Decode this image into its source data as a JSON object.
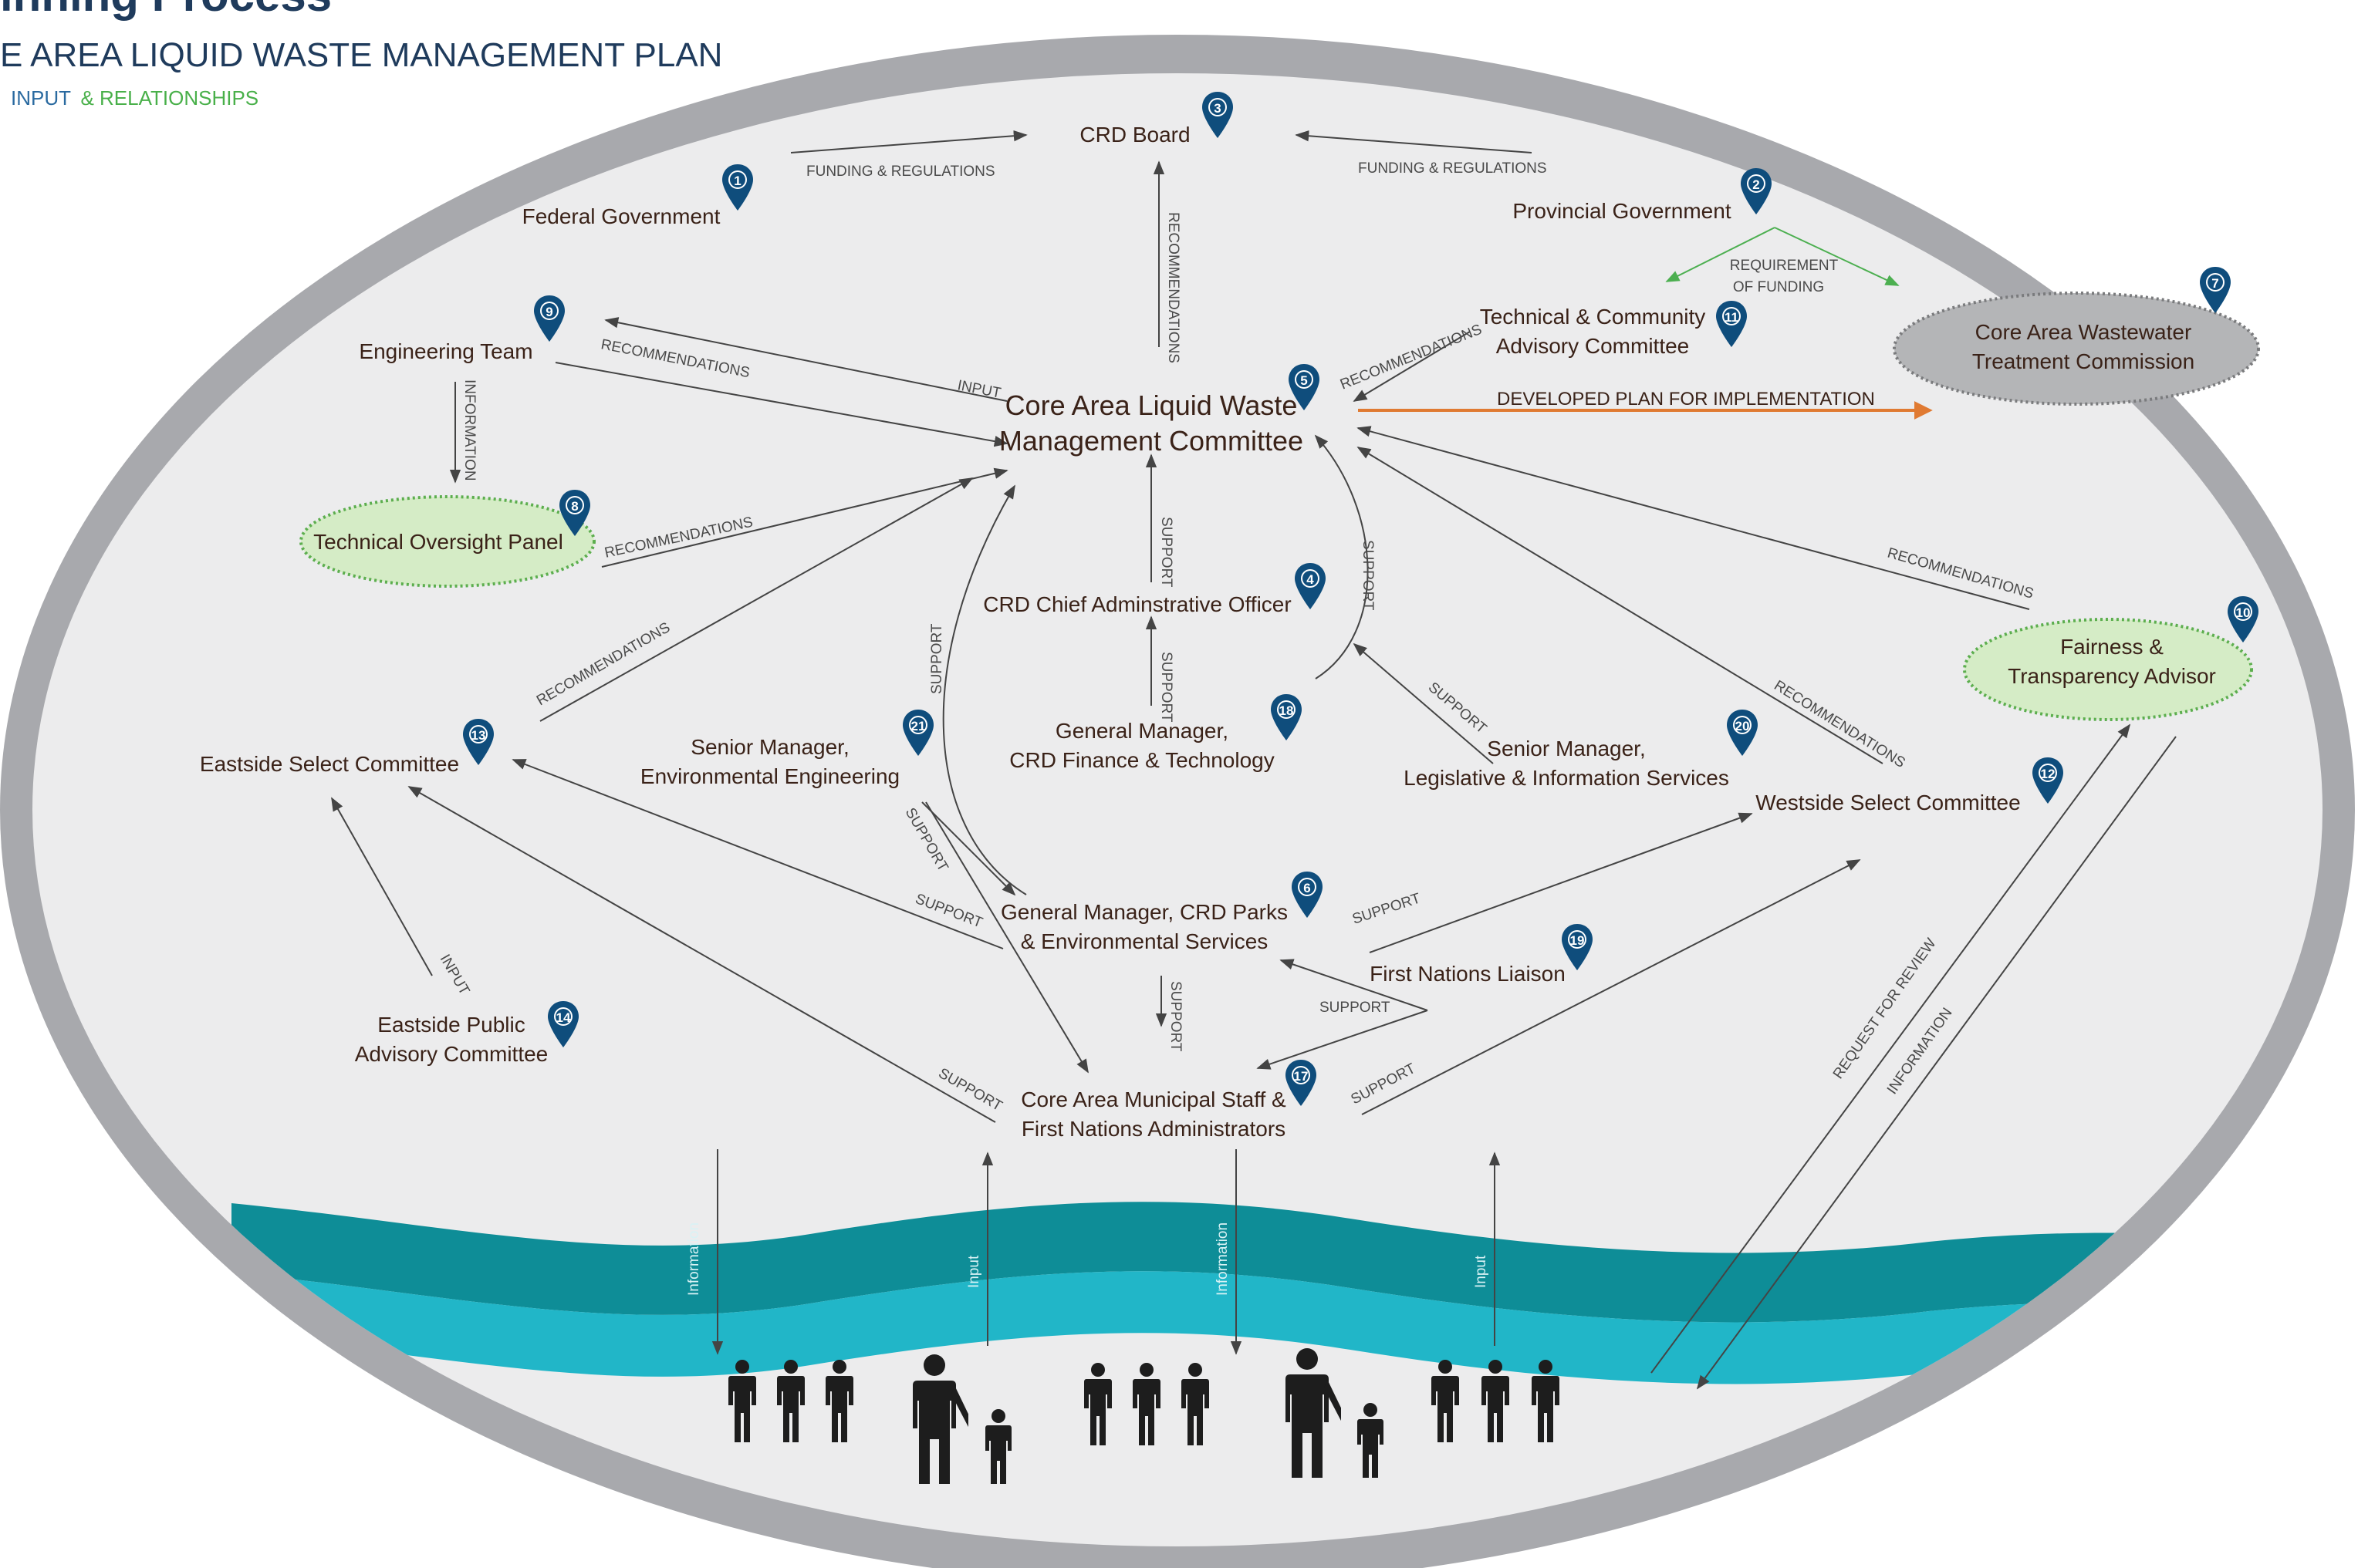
{
  "header": {
    "title": "inning Process",
    "subtitle": "E AREA LIQUID WASTE MANAGEMENT PLAN",
    "legend_input": "INPUT",
    "legend_rel": "& RELATIONSHIPS"
  },
  "colors": {
    "outer_ring": "#a8a9ad",
    "inner_fill": "#ececed",
    "pin": "#0f4d7c",
    "arrow": "#444444",
    "green_arrow": "#4caf50",
    "orange_arrow": "#e07a32",
    "green_node": "#d5ecc6",
    "grey_node": "#b4b5b7",
    "water_dark": "#0e8d97",
    "water_light": "#21b6c8",
    "people": "#1d1d1d"
  },
  "nodes": {
    "crd_board": {
      "label": "CRD Board",
      "pin": "3"
    },
    "federal": {
      "label": "Federal Government",
      "pin": "1"
    },
    "provincial": {
      "label": "Provincial Government",
      "pin": "2"
    },
    "engineering": {
      "label": "Engineering Team",
      "pin": "9"
    },
    "tcac": {
      "line1": "Technical & Community",
      "line2": "Advisory Committee",
      "pin": "11"
    },
    "cawtc": {
      "line1": "Core Area Wastewater",
      "line2": "Treatment Commission",
      "pin": "7"
    },
    "calwmc": {
      "line1": "Core Area Liquid Waste",
      "line2": "Management Committee",
      "pin": "5"
    },
    "top": {
      "label": "Technical Oversight Panel",
      "pin": "8"
    },
    "cao": {
      "label": "CRD Chief Adminstrative Officer",
      "pin": "4"
    },
    "fta": {
      "line1": "Fairness &",
      "line2": "Transparency Advisor",
      "pin": "10"
    },
    "eastside_sc": {
      "label": "Eastside Select Committee",
      "pin": "13"
    },
    "sm_env": {
      "line1": "Senior Manager,",
      "line2": "Environmental Engineering",
      "pin": "21"
    },
    "gm_fin": {
      "line1": "General Manager,",
      "line2": "CRD Finance & Technology",
      "pin": "18"
    },
    "sm_leg": {
      "line1": "Senior Manager,",
      "line2": "Legislative & Information Services",
      "pin": "20"
    },
    "westside_sc": {
      "label": "Westside Select Committee",
      "pin": "12"
    },
    "gm_parks": {
      "line1": "General Manager, CRD Parks",
      "line2": "& Environmental Services",
      "pin": "6"
    },
    "fn_liaison": {
      "label": "First Nations Liaison",
      "pin": "19"
    },
    "eastside_pac": {
      "line1": "Eastside Public",
      "line2": "Advisory Committee",
      "pin": "14"
    },
    "municipal": {
      "line1": "Core Area Municipal Staff &",
      "line2": "First Nations Administrators",
      "pin": "17"
    }
  },
  "edge_labels": {
    "funding_left": "FUNDING & REGULATIONS",
    "funding_right": "FUNDING & REGULATIONS",
    "recommendations_board": "RECOMMENDATIONS",
    "requirement_line1": "REQUIREMENT",
    "requirement_line2": "OF FUNDING",
    "recommendations_eng": "RECOMMENDATIONS",
    "input_eng": "INPUT",
    "information_eng": "INFORMATION",
    "recommendations_tcac": "RECOMMENDATIONS",
    "developed_plan": "DEVELOPED PLAN FOR IMPLEMENTATION",
    "recommendations_top": "RECOMMENDATIONS",
    "support_cao": "SUPPORT",
    "support_gm_fin": "SUPPORT",
    "support_curve_right": "SUPPORT",
    "support_curve_left": "SUPPORT",
    "recommendations_fta": "RECOMMENDATIONS",
    "recommendations_eastside": "RECOMMENDATIONS",
    "support_sm_leg": "SUPPORT",
    "recommendations_westside": "RECOMMENDATIONS",
    "support_sm_env": "SUPPORT",
    "support_parks_east": "SUPPORT",
    "support_parks_west": "SUPPORT",
    "support_fn": "SUPPORT",
    "support_parks_down": "SUPPORT",
    "input_eastside_pac": "INPUT",
    "support_muni_east": "SUPPORT",
    "support_muni_west": "SUPPORT",
    "request_for_review": "REQUEST FOR REVIEW",
    "information_fta": "INFORMATION",
    "water_info_1": "Information",
    "water_input_1": "Input",
    "water_info_2": "Information",
    "water_input_2": "Input"
  }
}
